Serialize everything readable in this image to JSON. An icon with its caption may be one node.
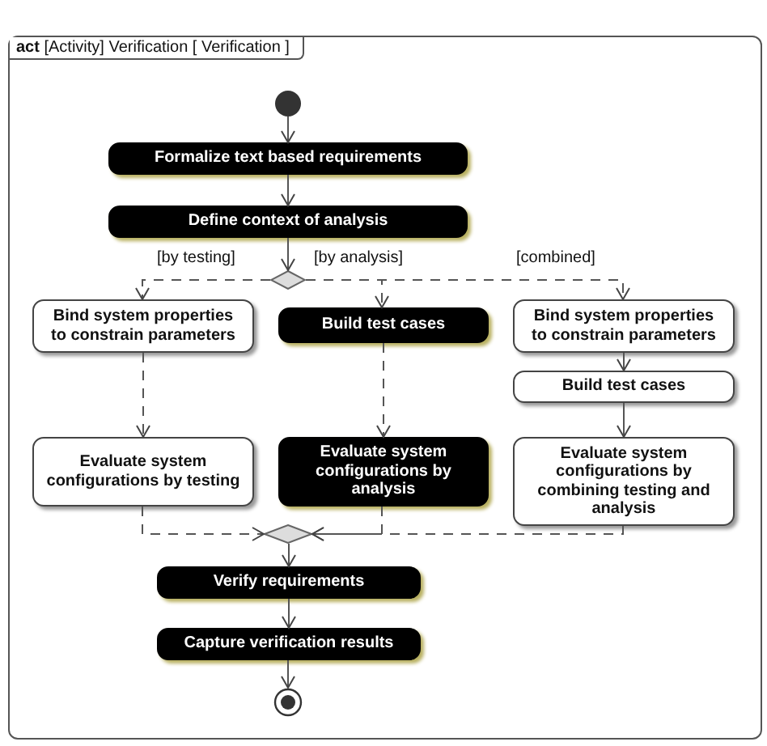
{
  "diagram": {
    "nodes": [
      {
        "text": [
          "**act** [Activity] Verification [ Verification ]"
        ]
      },
      {
        "text": [],
        "shape": "circle",
        "in": 0
      },
      {
        "text": [
          "Formalize text based requirements"
        ],
        "in": 0
      },
      {
        "text": [
          "Define context of analysis"
        ],
        "in": 0
      },
      {
        "text": [],
        "shape": "diamond",
        "in": 0
      },
      {
        "text": [
          "Bind system properties to constrain parameters"
        ],
        "in": 0
      },
      {
        "text": [
          "Build test cases"
        ],
        "in": 0
      },
      {
        "text": [
          "Bind system properties to constrain parameters"
        ],
        "in": 0
      },
      {
        "text": [
          "Build test cases"
        ],
        "in": 0
      },
      {
        "text": [
          "Evaluate system configurations by testing"
        ],
        "in": 0
      },
      {
        "text": [
          "Evaluate system configurations by analysis"
        ],
        "in": 0
      },
      {
        "text": [
          "Evaluate system configurations by combining testing and analysis"
        ],
        "in": 0
      },
      {
        "text": [],
        "shape": "diamond",
        "in": 0
      },
      {
        "text": [
          "Verify requirements"
        ],
        "in": 0
      },
      {
        "text": [
          "Capture verification results"
        ],
        "in": 0
      },
      {
        "text": [],
        "shape": "circle",
        "in": 0
      }
    ],
    "edges": [
      {
        "from": 1,
        "to": 2,
        "arrow": "to"
      },
      {
        "from": 2,
        "to": 3,
        "arrow": "to"
      },
      {
        "from": 3,
        "to": 4,
        "arrow": "to"
      },
      {
        "from": 4,
        "to": 5,
        "arrow": "to",
        "label": "[by testing]",
        "style": "dashed"
      },
      {
        "from": 4,
        "to": 6,
        "arrow": "to",
        "label": "[by analysis]",
        "style": "dashed"
      },
      {
        "from": 4,
        "to": 7,
        "arrow": "to",
        "label": "[combined]",
        "style": "dashed"
      },
      {
        "from": 5,
        "to": 9,
        "arrow": "to",
        "style": "dashed"
      },
      {
        "from": 6,
        "to": 10,
        "arrow": "to",
        "style": "dashed"
      },
      {
        "from": 7,
        "to": 8,
        "arrow": "to"
      },
      {
        "from": 8,
        "to": 11,
        "arrow": "to"
      },
      {
        "from": 9,
        "to": 12,
        "arrow": "to",
        "style": "dashed"
      },
      {
        "from": 10,
        "to": 12,
        "arrow": "to",
        "style": "dashed"
      },
      {
        "from": 11,
        "to": 12,
        "arrow": "to",
        "style": "dashed"
      },
      {
        "from": 12,
        "to": 13,
        "arrow": "to"
      },
      {
        "from": 13,
        "to": 14,
        "arrow": "to"
      },
      {
        "from": 14,
        "to": 15,
        "arrow": "to"
      }
    ]
  }
}
